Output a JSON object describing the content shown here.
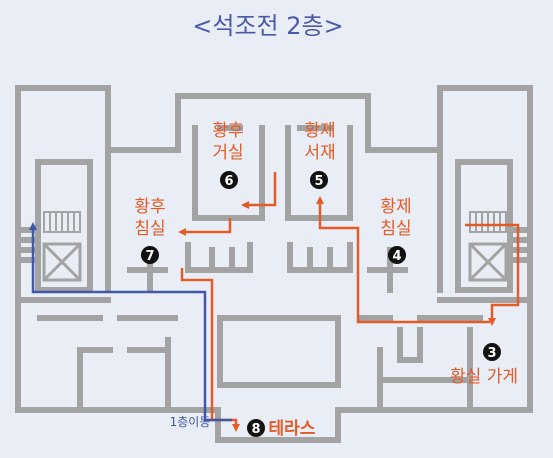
{
  "title": "<석조전 2층>",
  "colors": {
    "background": "#e9edf5",
    "wall": "#a3a3a3",
    "route_orange": "#e35b26",
    "route_blue": "#4058a6",
    "marker": "#111111"
  },
  "rooms": [
    {
      "id": "empress-living",
      "line1": "황후",
      "line2": "거실",
      "number": "6"
    },
    {
      "id": "emperor-study",
      "line1": "황제",
      "line2": "서재",
      "number": "5"
    },
    {
      "id": "empress-bedroom",
      "line1": "황후",
      "line2": "침실",
      "number": "7"
    },
    {
      "id": "emperor-bedroom",
      "line1": "황제",
      "line2": "침실",
      "number": "4"
    }
  ],
  "stops": [
    {
      "id": "royal-shop",
      "label": "황실 가게",
      "number": "3"
    },
    {
      "id": "terrace",
      "label": "테라스",
      "number": "8"
    }
  ],
  "move_note": "1층이동",
  "icons": [
    "elevator-icon",
    "stairs-icon"
  ]
}
